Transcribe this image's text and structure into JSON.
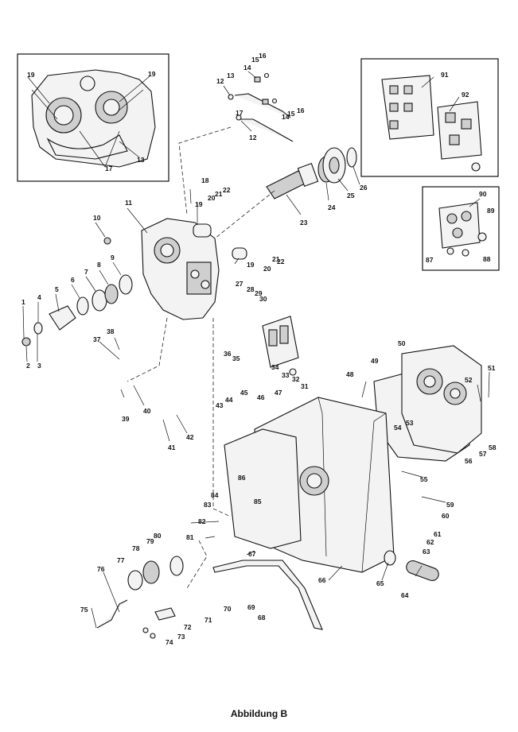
{
  "caption": "Abbildung B",
  "labels": [
    {
      "text": "1"
    },
    {
      "text": "2"
    },
    {
      "text": "3"
    },
    {
      "text": "4"
    },
    {
      "text": "5"
    },
    {
      "text": "6"
    },
    {
      "text": "7"
    },
    {
      "text": "8"
    },
    {
      "text": "9"
    },
    {
      "text": "10"
    },
    {
      "text": "11"
    },
    {
      "text": "12"
    },
    {
      "text": "12"
    },
    {
      "text": "13"
    },
    {
      "text": "13"
    },
    {
      "text": "14"
    },
    {
      "text": "14"
    },
    {
      "text": "15"
    },
    {
      "text": "15"
    },
    {
      "text": "16"
    },
    {
      "text": "16"
    },
    {
      "text": "17"
    },
    {
      "text": "17"
    },
    {
      "text": "18"
    },
    {
      "text": "19"
    },
    {
      "text": "19"
    },
    {
      "text": "19"
    },
    {
      "text": "19"
    },
    {
      "text": "20"
    },
    {
      "text": "20"
    },
    {
      "text": "21"
    },
    {
      "text": "21"
    },
    {
      "text": "22"
    },
    {
      "text": "22"
    },
    {
      "text": "23"
    },
    {
      "text": "24"
    },
    {
      "text": "25"
    },
    {
      "text": "26"
    },
    {
      "text": "27"
    },
    {
      "text": "28"
    },
    {
      "text": "29"
    },
    {
      "text": "30"
    },
    {
      "text": "31"
    },
    {
      "text": "32"
    },
    {
      "text": "33"
    },
    {
      "text": "34"
    },
    {
      "text": "35"
    },
    {
      "text": "36"
    },
    {
      "text": "37"
    },
    {
      "text": "38"
    },
    {
      "text": "39"
    },
    {
      "text": "40"
    },
    {
      "text": "41"
    },
    {
      "text": "42"
    },
    {
      "text": "43"
    },
    {
      "text": "44"
    },
    {
      "text": "45"
    },
    {
      "text": "46"
    },
    {
      "text": "47"
    },
    {
      "text": "48"
    },
    {
      "text": "49"
    },
    {
      "text": "50"
    },
    {
      "text": "51"
    },
    {
      "text": "52"
    },
    {
      "text": "53"
    },
    {
      "text": "54"
    },
    {
      "text": "55"
    },
    {
      "text": "56"
    },
    {
      "text": "57"
    },
    {
      "text": "58"
    },
    {
      "text": "59"
    },
    {
      "text": "60"
    },
    {
      "text": "61"
    },
    {
      "text": "62"
    },
    {
      "text": "63"
    },
    {
      "text": "64"
    },
    {
      "text": "65"
    },
    {
      "text": "66"
    },
    {
      "text": "67"
    },
    {
      "text": "68"
    },
    {
      "text": "69"
    },
    {
      "text": "70"
    },
    {
      "text": "71"
    },
    {
      "text": "72"
    },
    {
      "text": "73"
    },
    {
      "text": "74"
    },
    {
      "text": "75"
    },
    {
      "text": "76"
    },
    {
      "text": "77"
    },
    {
      "text": "78"
    },
    {
      "text": "79"
    },
    {
      "text": "80"
    },
    {
      "text": "81"
    },
    {
      "text": "82"
    },
    {
      "text": "83"
    },
    {
      "text": "84"
    },
    {
      "text": "85"
    },
    {
      "text": "86"
    },
    {
      "text": "87"
    },
    {
      "text": "88"
    },
    {
      "text": "89"
    },
    {
      "text": "90"
    },
    {
      "text": "91"
    },
    {
      "text": "92"
    }
  ]
}
